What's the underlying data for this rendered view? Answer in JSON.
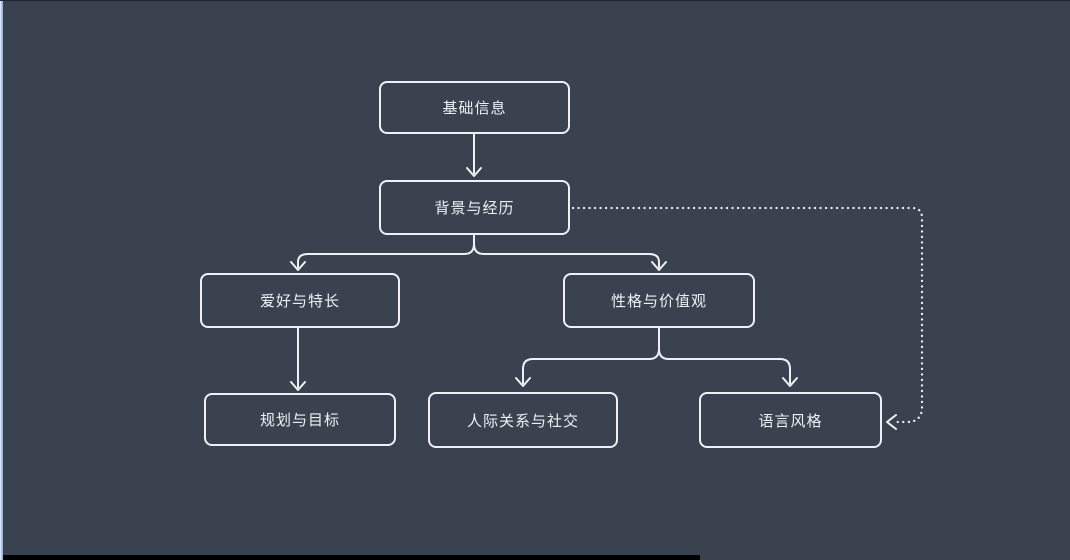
{
  "diagram": {
    "title": "persona-structure-flowchart",
    "nodes": [
      {
        "id": "basic-info",
        "label": "基础信息"
      },
      {
        "id": "background",
        "label": "背景与经历"
      },
      {
        "id": "hobbies",
        "label": "爱好与特长"
      },
      {
        "id": "personality",
        "label": "性格与价值观"
      },
      {
        "id": "plans",
        "label": "规划与目标"
      },
      {
        "id": "social",
        "label": "人际关系与社交"
      },
      {
        "id": "language-style",
        "label": "语言风格"
      }
    ],
    "edges": [
      {
        "from": "basic-info",
        "to": "background",
        "style": "solid-arrow"
      },
      {
        "from": "background",
        "to": "hobbies",
        "style": "solid-arrow"
      },
      {
        "from": "background",
        "to": "personality",
        "style": "solid-arrow"
      },
      {
        "from": "hobbies",
        "to": "plans",
        "style": "solid-arrow"
      },
      {
        "from": "personality",
        "to": "social",
        "style": "solid-arrow"
      },
      {
        "from": "personality",
        "to": "language-style",
        "style": "solid-arrow"
      },
      {
        "from": "background",
        "to": "language-style",
        "style": "dotted-arrow"
      }
    ],
    "colors": {
      "background": "#3a4250",
      "node_border": "#eef1f4",
      "text": "#eef1f4",
      "connector": "#eef1f4",
      "frame_left": "#a9c3e7",
      "frame_bottom": "#000000"
    }
  }
}
